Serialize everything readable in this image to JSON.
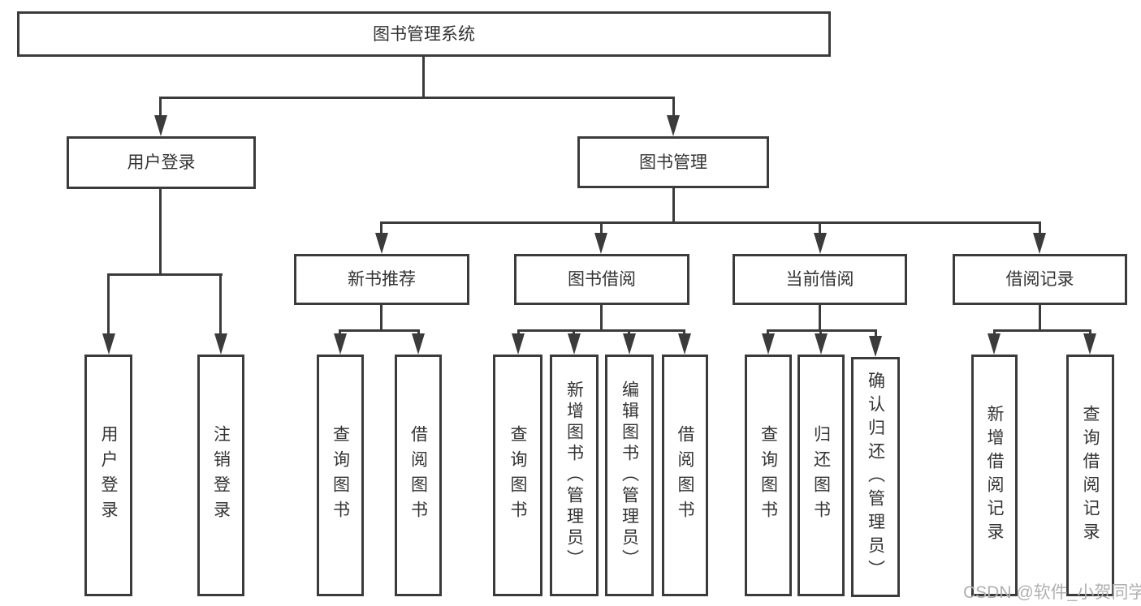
{
  "diagram": {
    "title": "图书管理系统",
    "level2": {
      "user_login": "用户登录",
      "book_mgmt": "图书管理"
    },
    "level3": {
      "new_books": "新书推荐",
      "borrowing": "图书借阅",
      "current": "当前借阅",
      "records": "借阅记录"
    },
    "leaves": {
      "ul_login": "用户登录",
      "ul_logout": "注销登录",
      "nb_query": "查询图书",
      "nb_borrow": "借阅图书",
      "bb_query": "查询图书",
      "bb_add": "新增图书（管理员）",
      "bb_edit": "编辑图书（管理员）",
      "bb_borrow": "借阅图书",
      "cb_query": "查询图书",
      "cb_return": "归还图书",
      "cb_confirm": "确认归还（管理员）",
      "br_add": "新增借阅记录",
      "br_query": "查询借阅记录"
    },
    "colors": {
      "line": "#3b3b3b",
      "watermark": "#b0b0b0"
    },
    "watermark": "CSDN @软件_小贺同学"
  }
}
